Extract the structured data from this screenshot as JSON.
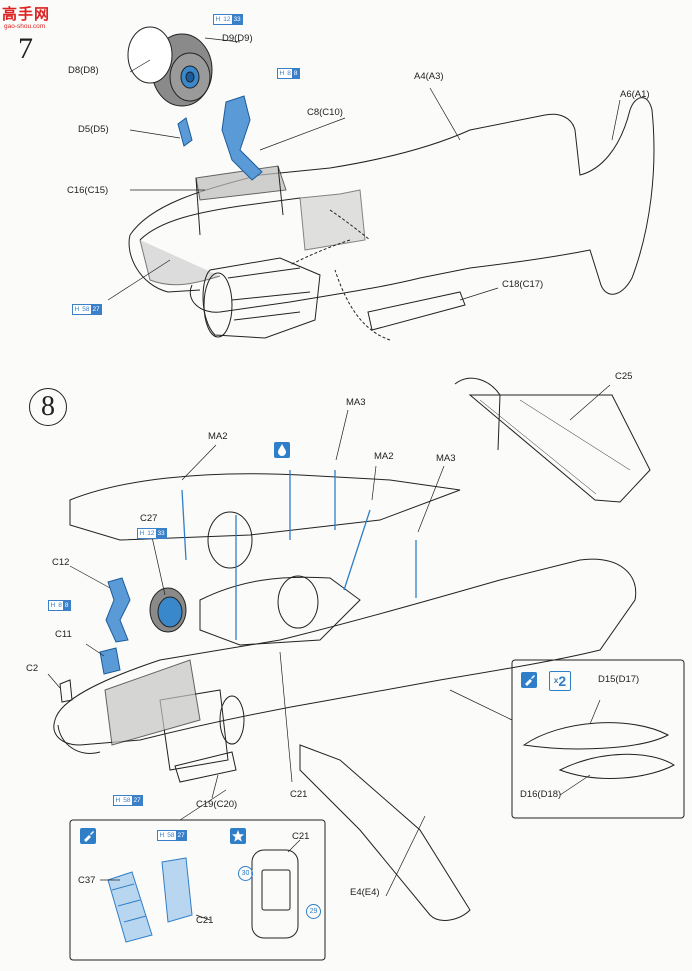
{
  "watermark": {
    "text_cn": "高手网",
    "site": "gao-shou.com"
  },
  "step7": {
    "number": "7",
    "labels": {
      "d9": "D9(D9)",
      "d8": "D8(D8)",
      "a4": "A4(A3)",
      "a6": "A6(A1)",
      "c8": "C8(C10)",
      "d5": "D5(D5)",
      "c16": "C16(C15)",
      "c18": "C18(C17)"
    },
    "badges": [
      {
        "a": "H",
        "b": "12",
        "c": "33"
      },
      {
        "a": "H",
        "b": "8",
        "c": "8"
      },
      {
        "a": "H",
        "b": "58",
        "c": "27"
      }
    ]
  },
  "step8": {
    "number": "8",
    "labels": {
      "c25": "C25",
      "ma3_top": "MA3",
      "ma2_left": "MA2",
      "ma2_mid": "MA2",
      "ma3_right": "MA3",
      "c27": "C27",
      "c12": "C12",
      "c11": "C11",
      "c2": "C2",
      "c21_main": "C21",
      "c19": "C19(C20)",
      "e4": "E4(E4)"
    },
    "badges": [
      {
        "a": "H",
        "b": "12",
        "c": "33"
      },
      {
        "a": "H",
        "b": "8",
        "c": "8"
      },
      {
        "a": "H",
        "b": "58",
        "c": "27"
      }
    ],
    "inset_right": {
      "multiplier": "2",
      "multiplier_prefix": "x",
      "labels": {
        "d15": "D15(D17)",
        "d16": "D16(D18)"
      }
    },
    "inset_bottom": {
      "labels": {
        "c37": "C37",
        "c21_a": "C21",
        "c21_b": "C21"
      },
      "badge": {
        "a": "H",
        "b": "58",
        "c": "27"
      },
      "callout_30": "30",
      "callout_29": "29"
    }
  }
}
